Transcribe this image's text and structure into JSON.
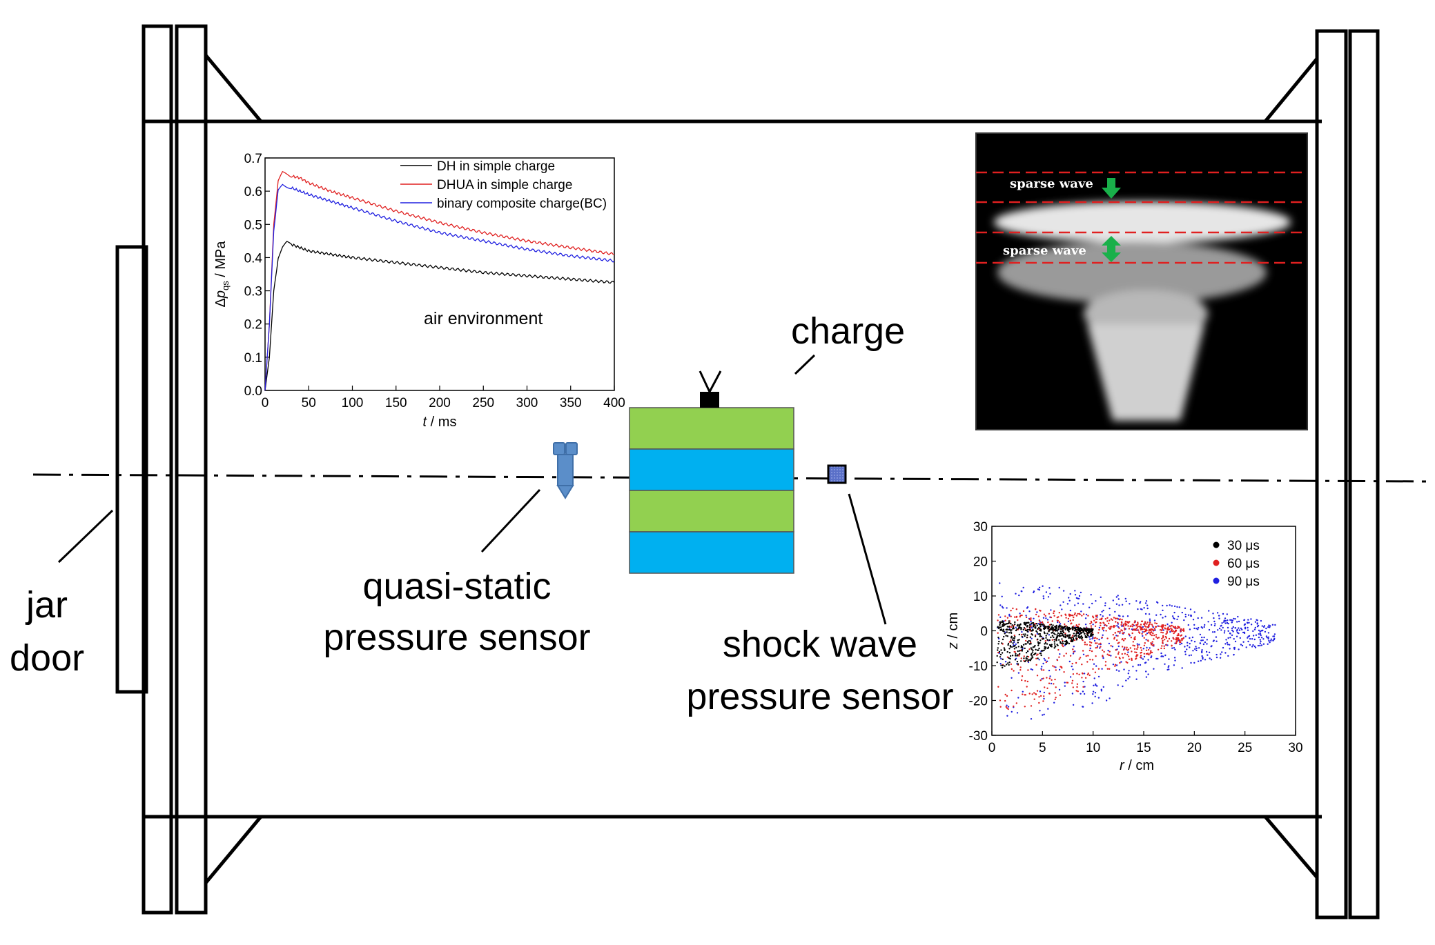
{
  "labels": {
    "jar_door": [
      "jar",
      "door"
    ],
    "quasi_static_sensor": [
      "quasi-static",
      "pressure sensor"
    ],
    "shock_wave_sensor": [
      "shock wave",
      "pressure sensor"
    ],
    "charge": "charge"
  },
  "charge_layers": [
    "green",
    "blue",
    "green",
    "blue"
  ],
  "colors": {
    "charge_green": "#92d050",
    "charge_blue": "#00b0f0",
    "sensor_blue": "#5b8ec9",
    "dash_red": "#e02020",
    "arrow_green": "#19b04a"
  },
  "photo": {
    "annotations": [
      "sparse wave",
      "sparse wave"
    ]
  },
  "chart_data": [
    {
      "type": "line",
      "xlabel": "t / ms",
      "ylabel": "Δp_qs / MPa",
      "xlim": [
        0,
        400
      ],
      "ylim": [
        0,
        0.7
      ],
      "xticks": [
        0,
        50,
        100,
        150,
        200,
        250,
        300,
        350,
        400
      ],
      "yticks": [
        0.0,
        0.1,
        0.2,
        0.3,
        0.4,
        0.5,
        0.6,
        0.7
      ],
      "ytick_labels": [
        "0.0",
        "0.1",
        "0.2",
        "0.3",
        "0.4",
        "0.5",
        "0.6",
        "0.7"
      ],
      "legend_position": "top-right",
      "annotation": "air environment",
      "series": [
        {
          "name": "DH in simple charge",
          "color": "#000000",
          "x": [
            0,
            5,
            10,
            15,
            20,
            25,
            30,
            40,
            50,
            75,
            100,
            150,
            200,
            250,
            300,
            350,
            400
          ],
          "y": [
            0,
            0.1,
            0.3,
            0.4,
            0.43,
            0.445,
            0.44,
            0.43,
            0.42,
            0.41,
            0.4,
            0.385,
            0.37,
            0.355,
            0.345,
            0.335,
            0.325
          ]
        },
        {
          "name": "DHUA in simple charge",
          "color": "#e02020",
          "x": [
            0,
            5,
            10,
            15,
            20,
            25,
            30,
            40,
            50,
            75,
            100,
            150,
            200,
            250,
            300,
            350,
            400
          ],
          "y": [
            0,
            0.2,
            0.5,
            0.63,
            0.655,
            0.65,
            0.645,
            0.64,
            0.625,
            0.6,
            0.58,
            0.54,
            0.505,
            0.475,
            0.45,
            0.43,
            0.41
          ]
        },
        {
          "name": "binary composite charge(BC)",
          "color": "#2020e0",
          "x": [
            0,
            5,
            10,
            15,
            20,
            25,
            30,
            40,
            50,
            75,
            100,
            150,
            200,
            250,
            300,
            350,
            400
          ],
          "y": [
            0,
            0.2,
            0.48,
            0.6,
            0.62,
            0.615,
            0.61,
            0.6,
            0.59,
            0.57,
            0.55,
            0.51,
            0.475,
            0.45,
            0.425,
            0.405,
            0.39
          ]
        }
      ]
    },
    {
      "type": "scatter",
      "xlabel": "r / cm",
      "ylabel": "z / cm",
      "xlim": [
        0,
        30
      ],
      "ylim": [
        -30,
        30
      ],
      "xticks": [
        0,
        5,
        10,
        15,
        20,
        25,
        30
      ],
      "yticks": [
        -30,
        -20,
        -10,
        0,
        10,
        20,
        30
      ],
      "legend_position": "top-right",
      "series": [
        {
          "name": "30 μs",
          "color": "#000000",
          "extent_r": 10,
          "extent_z": [
            -11,
            3
          ]
        },
        {
          "name": "60 μs",
          "color": "#e02020",
          "extent_r": 19,
          "extent_z": [
            -24,
            7
          ]
        },
        {
          "name": "90 μs",
          "color": "#2020e0",
          "extent_r": 28,
          "extent_z": [
            -27,
            14
          ]
        }
      ]
    }
  ]
}
